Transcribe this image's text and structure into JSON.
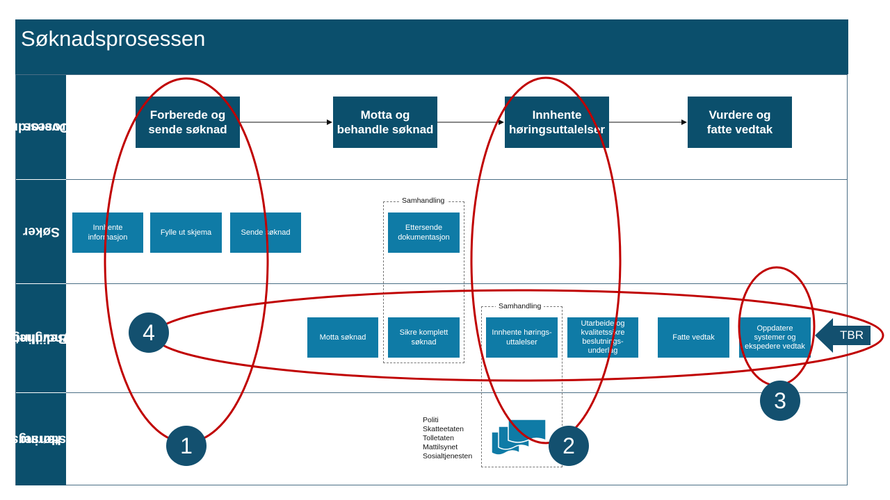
{
  "title": "Søknadsprosessen",
  "lanes": [
    {
      "label_line1": "Overordnet",
      "label_line2": "prosess"
    },
    {
      "label_line1": "Søker",
      "label_line2": ""
    },
    {
      "label_line1": "Bevillings-",
      "label_line2": "myndighet"
    },
    {
      "label_line1": "Hørings-",
      "label_line2": "instanser"
    }
  ],
  "main_steps": [
    {
      "line1": "Forberede og",
      "line2": "sende søknad"
    },
    {
      "line1": "Motta og",
      "line2": "behandle søknad"
    },
    {
      "line1": "Innhente",
      "line2": "høringsuttalelser"
    },
    {
      "line1": "Vurdere og",
      "line2": "fatte vedtak"
    }
  ],
  "applicant_tasks": [
    {
      "line1": "Innhente",
      "line2": "informasjon"
    },
    {
      "line1": "Fylle ut skjema",
      "line2": ""
    },
    {
      "line1": "Sende søknad",
      "line2": ""
    },
    {
      "line1": "Ettersende",
      "line2": "dokumentasjon"
    }
  ],
  "authority_tasks": [
    {
      "lines": [
        "Motta søknad"
      ]
    },
    {
      "lines": [
        "Sikre komplett",
        "søknad"
      ]
    },
    {
      "lines": [
        "Innhente hørings-",
        "uttalelser"
      ]
    },
    {
      "lines": [
        "Utarbeide og",
        "kvalitetssikre",
        "beslutnings-",
        "underlag"
      ]
    },
    {
      "lines": [
        "Fatte vedtak"
      ]
    },
    {
      "lines": [
        "Oppdatere",
        "systemer og",
        "ekspedere vedtak"
      ]
    }
  ],
  "collab_label": "Samhandling",
  "hearing_agencies": [
    "Politi",
    "Skatteetaten",
    "Tolletaten",
    "Mattilsynet",
    "Sosialtjenesten"
  ],
  "tbr_label": "TBR",
  "markers": [
    "1",
    "2",
    "3",
    "4"
  ],
  "colors": {
    "dark_teal": "#0b4f6c",
    "task_blue": "#0f7ba6",
    "ellipse_red": "#c00000",
    "marker": "#13506f"
  }
}
